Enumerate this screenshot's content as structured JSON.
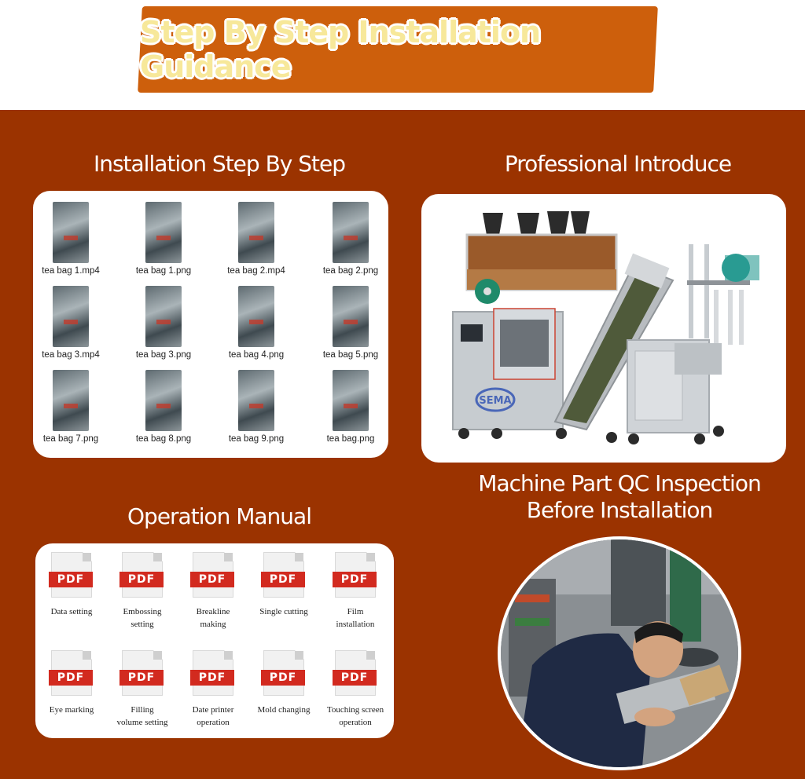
{
  "banner": {
    "title": "Step By Step Installation Guidance"
  },
  "install": {
    "title": "Installation Step By Step",
    "files": [
      "tea bag 1.mp4",
      "tea bag 1.png",
      "tea bag 2.mp4",
      "tea bag 2.png",
      "tea bag 3.mp4",
      "tea bag 3.png",
      "tea bag 4.png",
      "tea bag 5.png",
      "tea bag 7.png",
      "tea bag 8.png",
      "tea bag 9.png",
      "tea bag.png"
    ]
  },
  "professional": {
    "title": "Professional Introduce",
    "brand": "SEMA"
  },
  "manual": {
    "title": "Operation Manual",
    "pdf_label": "PDF",
    "docs": [
      [
        "Data setting"
      ],
      [
        "Embossing",
        "setting"
      ],
      [
        "Breakline",
        "making"
      ],
      [
        "Single cutting"
      ],
      [
        "Film",
        "installation"
      ],
      [
        "Eye marking"
      ],
      [
        "Filling",
        "volume setting"
      ],
      [
        "Date printer",
        "operation"
      ],
      [
        "Mold changing"
      ],
      [
        "Touching screen",
        "operation"
      ]
    ]
  },
  "qc": {
    "line1": "Machine Part QC Inspection",
    "line2": "Before Installation"
  },
  "colors": {
    "banner": "#cd5f0c",
    "background": "#9b3300",
    "pdf_red": "#d22a1f",
    "banner_text": "#f7e89a"
  }
}
